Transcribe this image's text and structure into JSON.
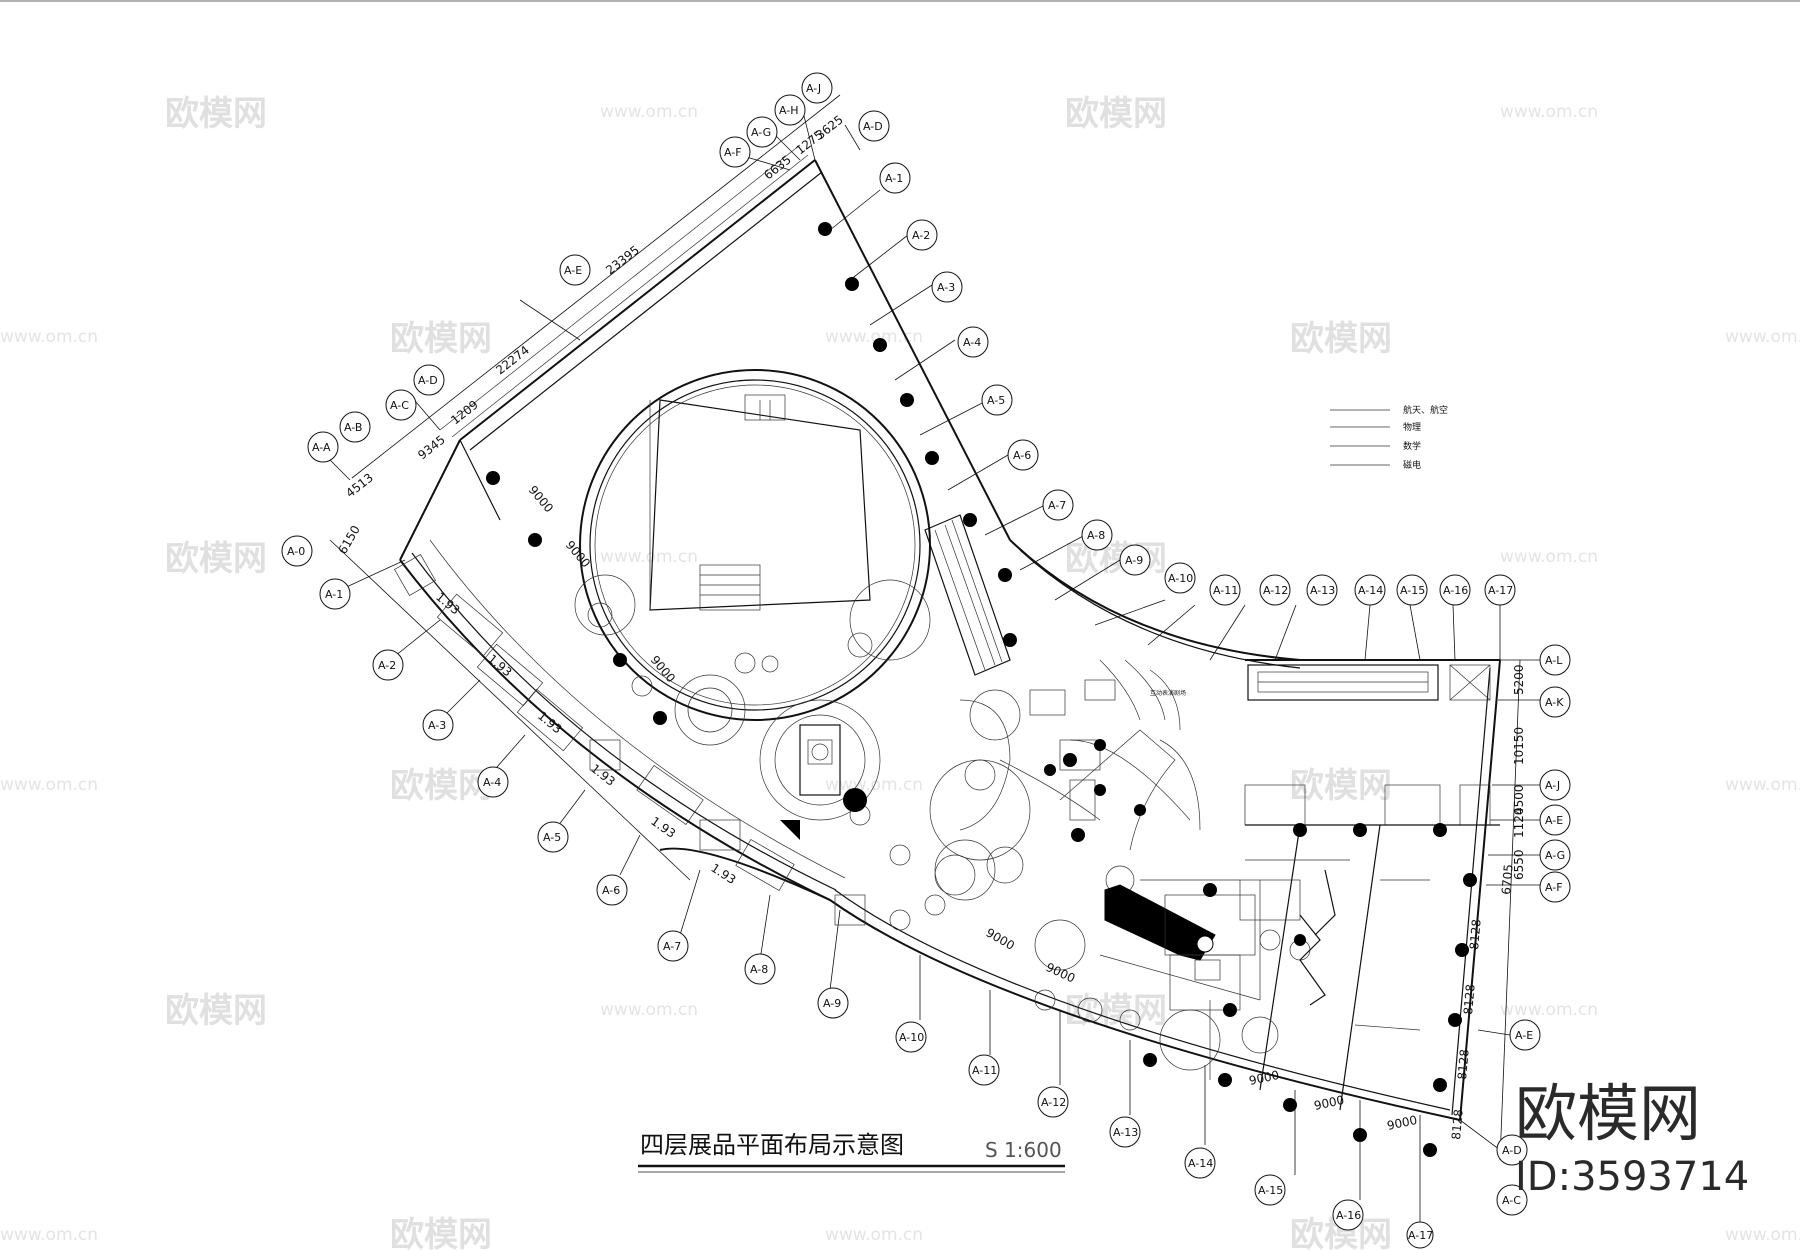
{
  "title": "四层展品平面布局示意图",
  "scale": "S 1:600",
  "watermark": {
    "brand": "欧模网",
    "url": "www.om.cn"
  },
  "brand_overlay": {
    "name": "欧模网",
    "id": "ID:3593714"
  },
  "legend": [
    {
      "label": "航天、航空"
    },
    {
      "label": "物理"
    },
    {
      "label": "数学"
    },
    {
      "label": "磁电"
    }
  ],
  "grid_labels_top": [
    "A-J",
    "A-H",
    "A-G",
    "A-F",
    "A-D",
    "A-E",
    "A-D",
    "A-C",
    "A-B",
    "A-A",
    "A-0"
  ],
  "grid_labels_right": [
    "A-1",
    "A-2",
    "A-3",
    "A-4",
    "A-5",
    "A-6",
    "A-7",
    "A-8",
    "A-9",
    "A-10",
    "A-11",
    "A-12",
    "A-13",
    "A-14",
    "A-15",
    "A-16",
    "A-17"
  ],
  "grid_labels_left": [
    "A-1",
    "A-2",
    "A-3",
    "A-4",
    "A-5",
    "A-6",
    "A-7",
    "A-8",
    "A-9",
    "A-10",
    "A-11",
    "A-12",
    "A-13",
    "A-14",
    "A-15",
    "A-16",
    "A-17"
  ],
  "grid_labels_east": [
    "A-L",
    "A-K",
    "A-J",
    "A-E",
    "A-G",
    "A-F",
    "A-E",
    "A-D",
    "A-C"
  ],
  "dimensions": {
    "top": [
      "6635",
      "1275",
      "3625",
      "23395",
      "22274",
      "1209",
      "9345",
      "4513",
      "6150"
    ],
    "west": [
      "1.93",
      "1.93",
      "1.93",
      "1.93",
      "1.93",
      "1.93"
    ],
    "inner": [
      "9000",
      "9000",
      "9000",
      "9000",
      "9000",
      "9000",
      "9000",
      "9000"
    ],
    "east": [
      "5200",
      "10150",
      "4500",
      "1120",
      "6550",
      "6705",
      "8128",
      "8128",
      "8128",
      "8128"
    ]
  },
  "room_label": "互动表演剧场"
}
